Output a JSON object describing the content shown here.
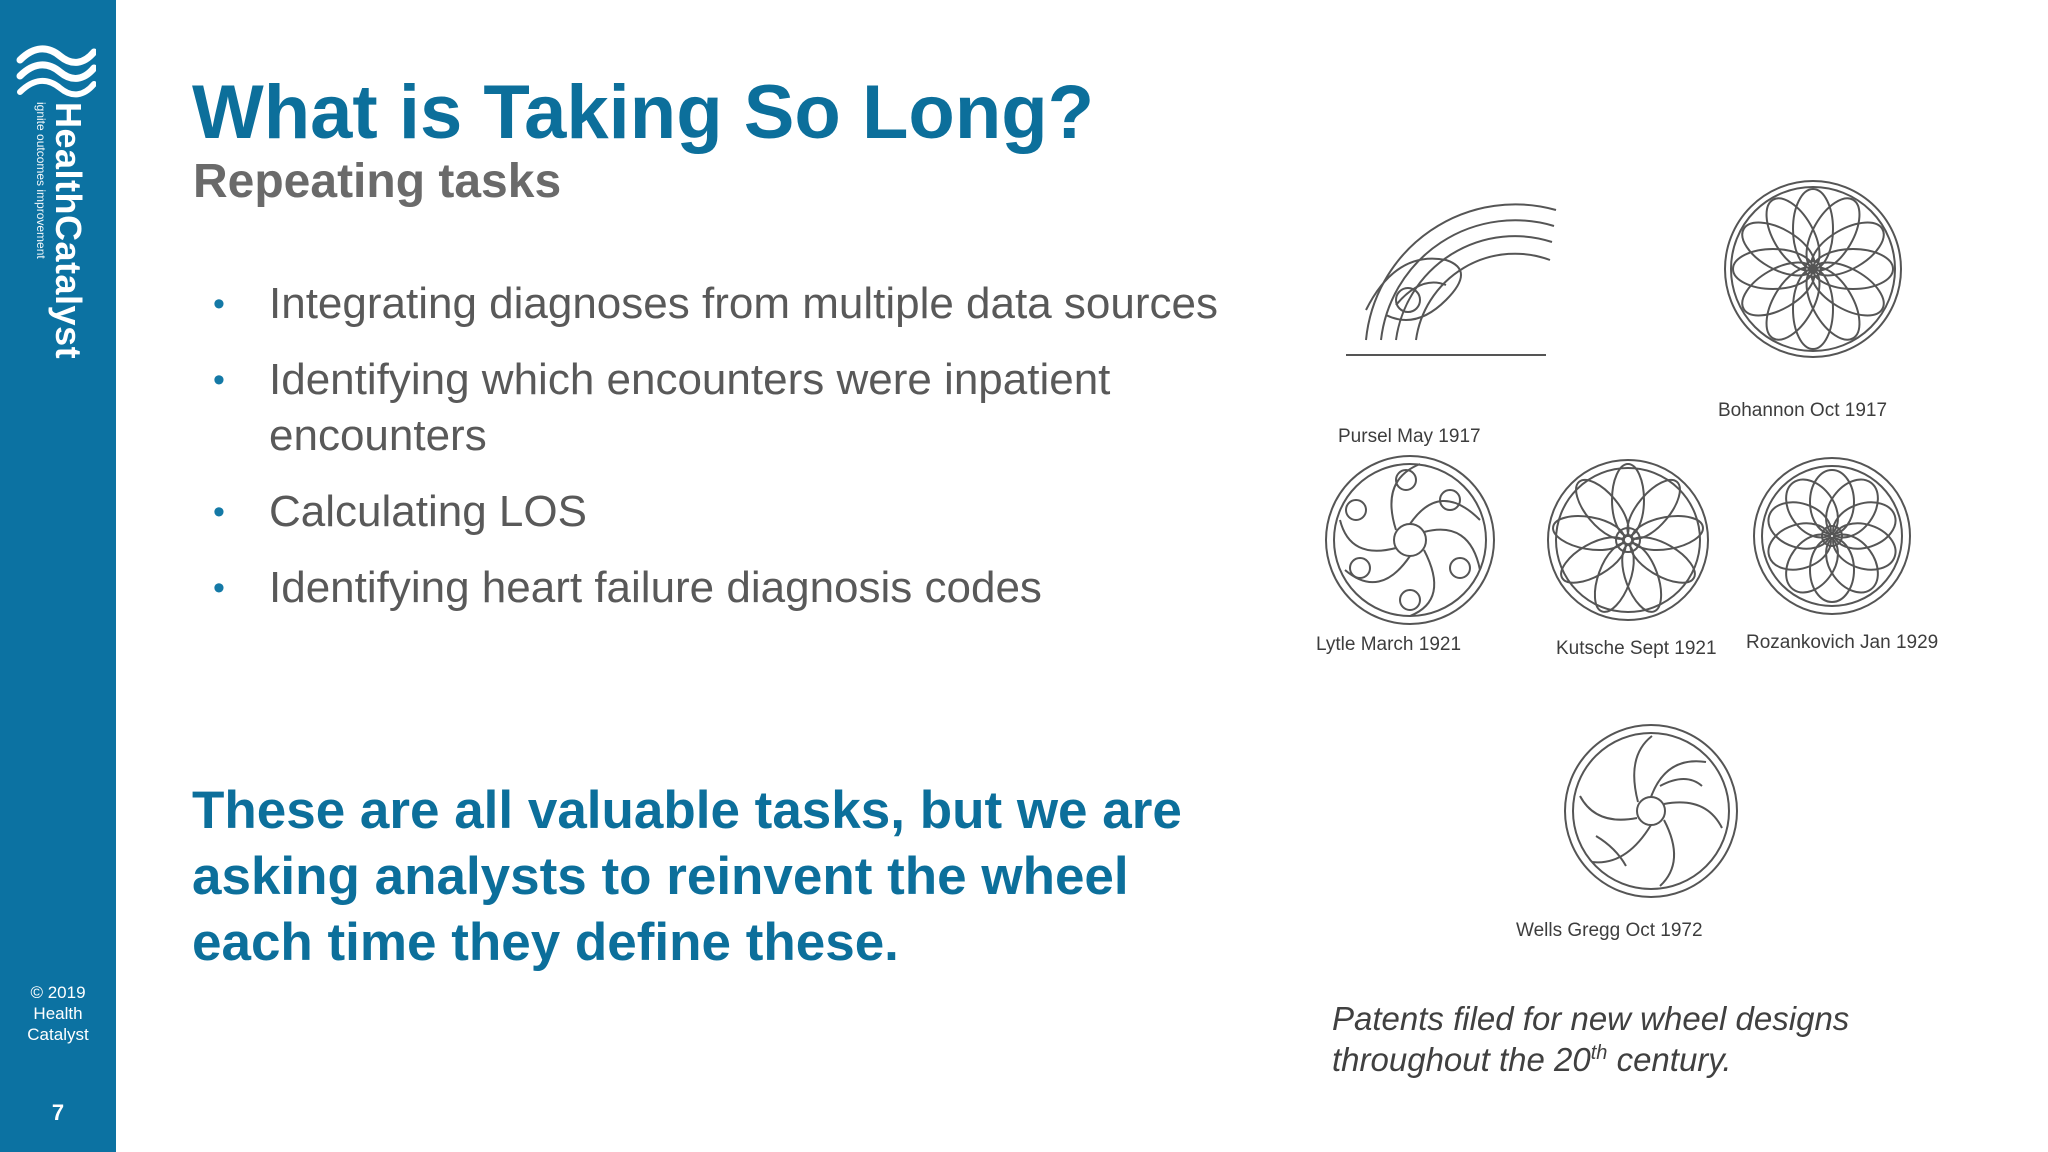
{
  "brand": {
    "name": "HealthCatalyst",
    "tagline": "ignite outcomes improvement",
    "copyright_lines": [
      "© 2019",
      "Health",
      "Catalyst"
    ],
    "page_number": "7",
    "bar_color": "#0c72a2"
  },
  "slide": {
    "title": "What is Taking So Long?",
    "subtitle": "Repeating tasks",
    "bullets": [
      "Integrating diagnoses from multiple data sources",
      "Identifying which encounters were inpatient encounters",
      "Calculating LOS",
      "Identifying heart failure diagnosis codes"
    ],
    "callout": "These are all valuable tasks, but we are asking analysts to reinvent the wheel each time they define these."
  },
  "figure": {
    "patents": [
      "Pursel May 1917",
      "Bohannon Oct 1917",
      "Lytle March 1921",
      "Kutsche Sept 1921",
      "Rozankovich Jan 1929",
      "Wells Gregg Oct 1972"
    ],
    "caption_before": "Patents filed for new wheel designs throughout the 20",
    "caption_sup": "th",
    "caption_after": " century."
  },
  "colors": {
    "title": "#0c6f9b",
    "subtitle": "#6a6a6a",
    "body": "#595959"
  }
}
